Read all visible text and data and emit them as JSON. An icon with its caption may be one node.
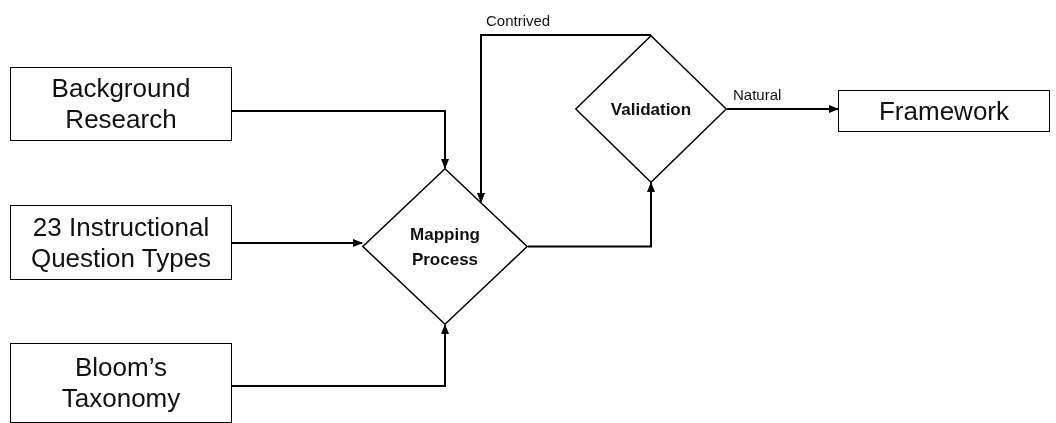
{
  "diagram": {
    "nodes": [
      {
        "text": [
          "Background Research"
        ]
      },
      {
        "text": [
          "23 Instructional Question Types"
        ]
      },
      {
        "text": [
          "Bloom’s Taxonomy"
        ]
      },
      {
        "text": [
          "Mapping Process"
        ]
      },
      {
        "text": [
          "Validation"
        ]
      },
      {
        "text": [
          "Framework"
        ]
      }
    ],
    "edges": [
      {
        "from": 0,
        "to": 3,
        "arrow": "to"
      },
      {
        "from": 1,
        "to": 3,
        "arrow": "to"
      },
      {
        "from": 2,
        "to": 3,
        "arrow": "to"
      },
      {
        "from": 3,
        "to": 4,
        "arrow": "to"
      },
      {
        "from": 4,
        "to": 3,
        "arrow": "to",
        "label": "Contrived"
      },
      {
        "from": 4,
        "to": 5,
        "arrow": "to",
        "label": "Natural"
      }
    ]
  }
}
